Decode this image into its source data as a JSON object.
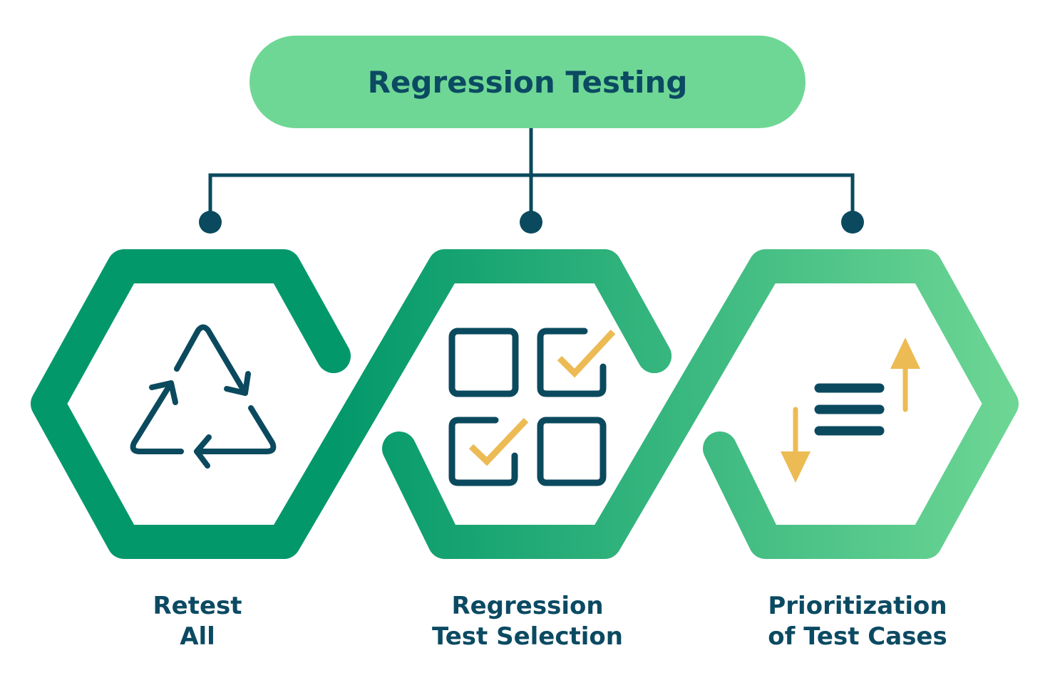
{
  "title": "Regression Testing",
  "colors": {
    "pill": "#6fd795",
    "connector": "#0b4a5e",
    "hex_dark": "#03986a",
    "hex_light": "#6dd694",
    "icon_dark": "#0b4a5e",
    "icon_accent": "#ecbb54"
  },
  "branches": [
    {
      "line1": "Retest",
      "line2": "All",
      "icon": "recycle-icon"
    },
    {
      "line1": "Regression",
      "line2": "Test Selection",
      "icon": "checkbox-grid-icon"
    },
    {
      "line1": "Prioritization",
      "line2": "of Test Cases",
      "icon": "sort-list-icon"
    }
  ]
}
